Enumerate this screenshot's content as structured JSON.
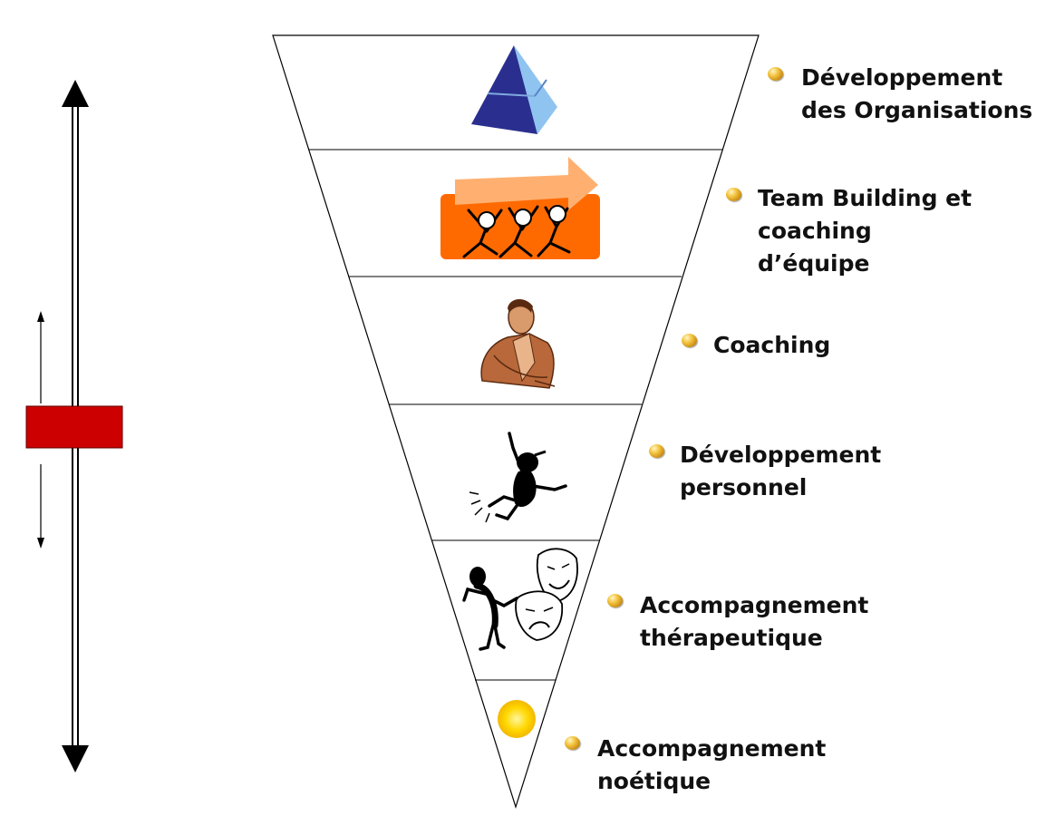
{
  "levels": [
    {
      "label_lines": [
        "Développement",
        "des Organisations"
      ],
      "icon": "pyramid-icon"
    },
    {
      "label_lines": [
        "Team Building et",
        "coaching",
        "d’équipe"
      ],
      "icon": "team-arrow-icon"
    },
    {
      "label_lines": [
        "Coaching"
      ],
      "icon": "businessman-icon"
    },
    {
      "label_lines": [
        "Développement",
        "personnel"
      ],
      "icon": "jumping-figure-icon"
    },
    {
      "label_lines": [
        "Accompagnement",
        "thérapeutique"
      ],
      "icon": "theater-masks-icon"
    },
    {
      "label_lines": [
        "Accompagnement",
        "noétique"
      ],
      "icon": "sun-icon"
    }
  ],
  "colors": {
    "slider_marker": "#cc0000",
    "bullet": "#e0a820",
    "arrow_orange": "#ff6a00",
    "arrow_light": "#ffb070",
    "pyramid_dark": "#2a2f8f",
    "pyramid_light": "#8fc4f0",
    "sun": "#ffd700"
  }
}
